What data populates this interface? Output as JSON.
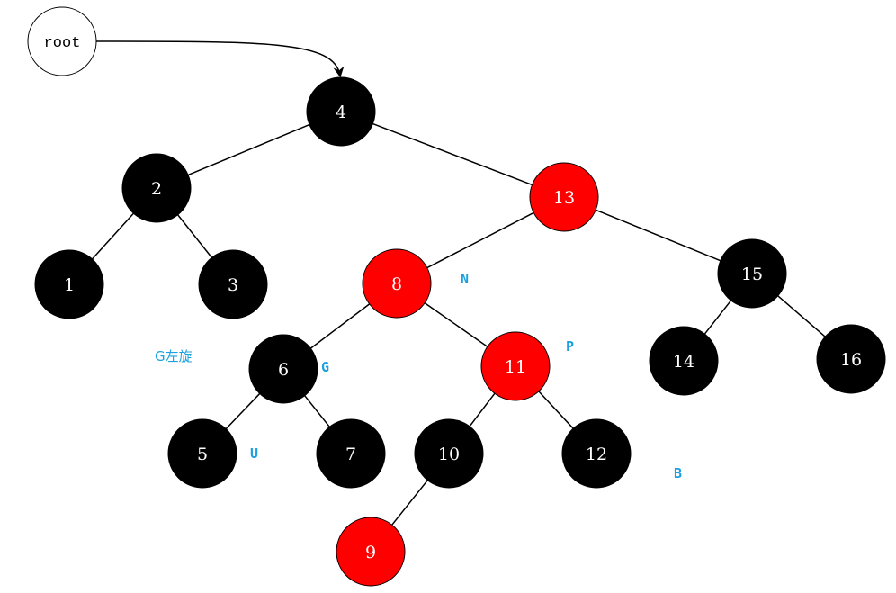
{
  "colors": {
    "black_node": "#000000",
    "red_node": "#ff0000",
    "node_text": "#ffffff",
    "edge": "#000000",
    "annotation": "#1ba1e2",
    "root_fill": "#ffffff",
    "root_text": "#000000"
  },
  "root": {
    "label": "root"
  },
  "nodes": [
    {
      "id": "n4",
      "label": "4",
      "color": "black"
    },
    {
      "id": "n2",
      "label": "2",
      "color": "black"
    },
    {
      "id": "n13",
      "label": "13",
      "color": "red"
    },
    {
      "id": "n1",
      "label": "1",
      "color": "black"
    },
    {
      "id": "n3",
      "label": "3",
      "color": "black"
    },
    {
      "id": "n8",
      "label": "8",
      "color": "red"
    },
    {
      "id": "n15",
      "label": "15",
      "color": "black"
    },
    {
      "id": "n6",
      "label": "6",
      "color": "black"
    },
    {
      "id": "n11",
      "label": "11",
      "color": "red"
    },
    {
      "id": "n14",
      "label": "14",
      "color": "black"
    },
    {
      "id": "n16",
      "label": "16",
      "color": "black"
    },
    {
      "id": "n5",
      "label": "5",
      "color": "black"
    },
    {
      "id": "n7",
      "label": "7",
      "color": "black"
    },
    {
      "id": "n10",
      "label": "10",
      "color": "black"
    },
    {
      "id": "n12",
      "label": "12",
      "color": "black"
    },
    {
      "id": "n9",
      "label": "9",
      "color": "red"
    }
  ],
  "edges": [
    {
      "from": "n4",
      "to": "n2"
    },
    {
      "from": "n4",
      "to": "n13"
    },
    {
      "from": "n2",
      "to": "n1"
    },
    {
      "from": "n2",
      "to": "n3"
    },
    {
      "from": "n13",
      "to": "n8"
    },
    {
      "from": "n13",
      "to": "n15"
    },
    {
      "from": "n8",
      "to": "n6"
    },
    {
      "from": "n8",
      "to": "n11"
    },
    {
      "from": "n15",
      "to": "n14"
    },
    {
      "from": "n15",
      "to": "n16"
    },
    {
      "from": "n6",
      "to": "n5"
    },
    {
      "from": "n6",
      "to": "n7"
    },
    {
      "from": "n11",
      "to": "n10"
    },
    {
      "from": "n11",
      "to": "n12"
    },
    {
      "from": "n10",
      "to": "n9"
    }
  ],
  "annotations": {
    "n_label": "N",
    "p_label": "P",
    "g_label": "G",
    "u_label": "U",
    "b_label": "B",
    "rotation_note": "G左旋"
  }
}
